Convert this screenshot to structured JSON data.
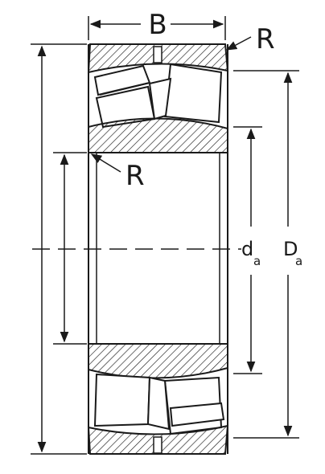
{
  "diagram": {
    "labels": {
      "width_label": "B",
      "fillet_outer": "R",
      "fillet_inner": "R",
      "shaft_abutment": {
        "main": "d",
        "sub": "a"
      },
      "housing_abutment": {
        "main": "D",
        "sub": "a"
      }
    },
    "colors": {
      "line": "#1a1a1a",
      "background": "#ffffff",
      "hatch": "#1a1a1a"
    }
  }
}
